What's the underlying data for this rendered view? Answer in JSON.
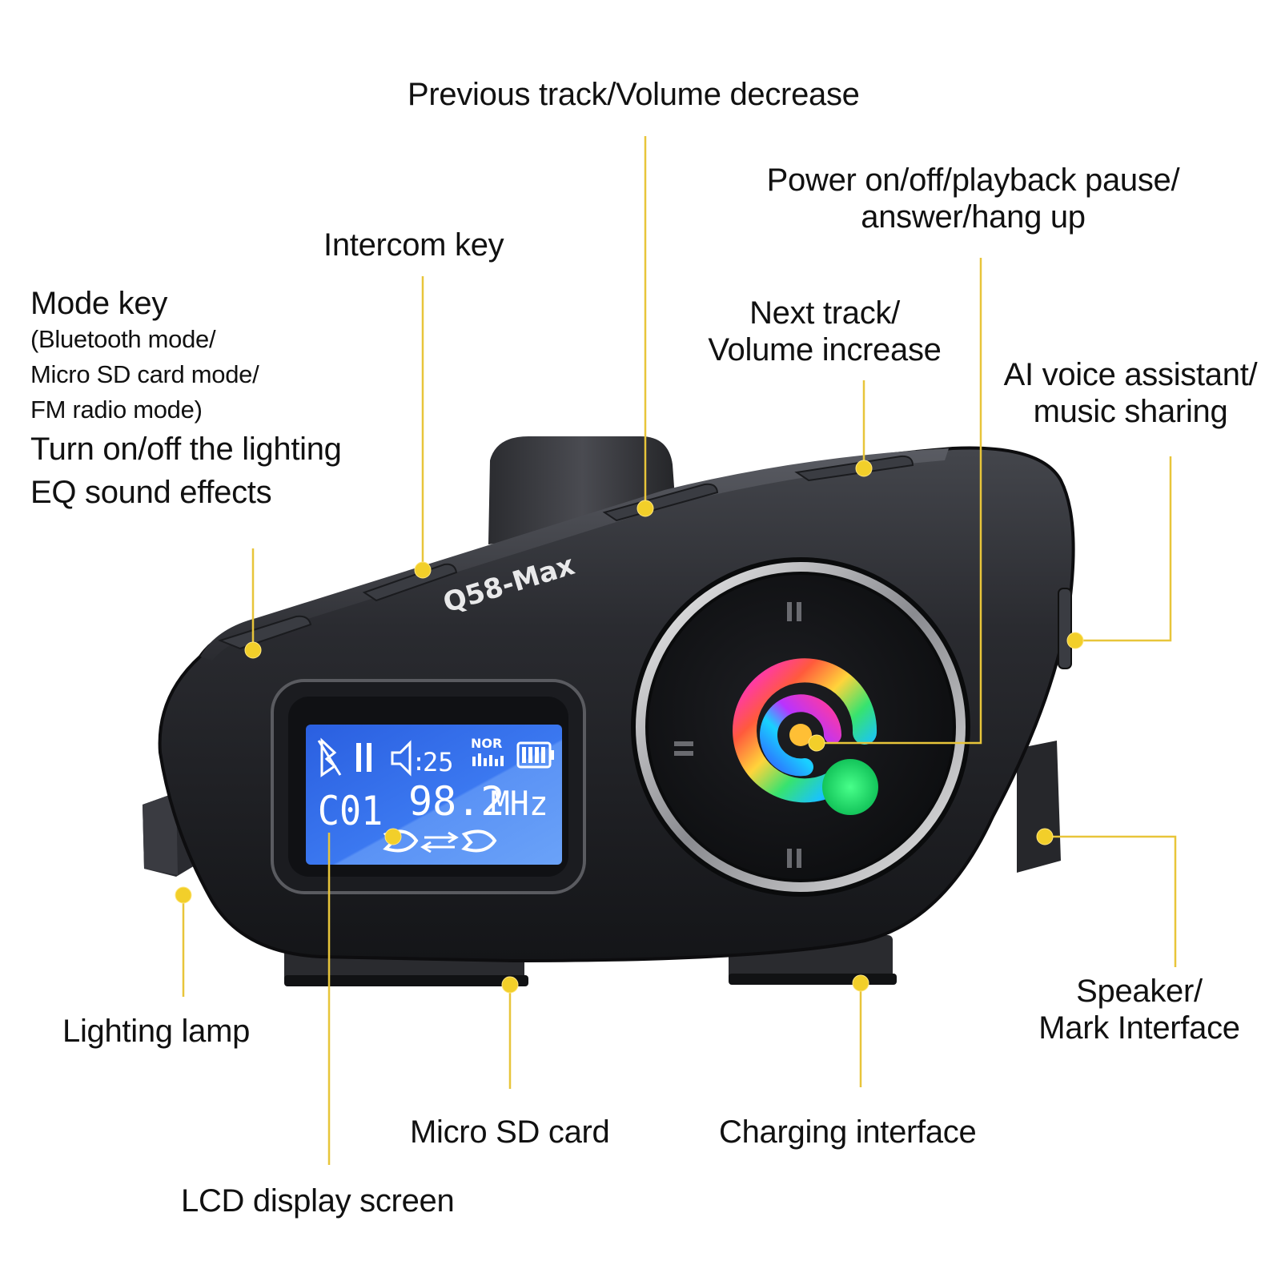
{
  "device": {
    "model_name": "Q58-Max",
    "lcd": {
      "volume": "25",
      "eq_badge": "NOR",
      "channel": "C01",
      "frequency": "98.2",
      "unit": "MHz"
    }
  },
  "labels": {
    "previous_track": "Previous track/Volume decrease",
    "power": [
      "Power on/off/playback pause/",
      "answer/hang up"
    ],
    "intercom": "Intercom key",
    "mode_title": "Mode key",
    "mode_details": [
      "(Bluetooth mode/",
      "Micro SD card mode/",
      "FM radio mode)"
    ],
    "lighting_toggle": "Turn on/off the lighting",
    "eq": "EQ sound effects",
    "next_track": [
      "Next track/",
      "Volume increase"
    ],
    "ai_voice": [
      "AI voice assistant/",
      "music sharing"
    ],
    "lighting_lamp": "Lighting lamp",
    "speaker": [
      "Speaker/",
      "Mark Interface"
    ],
    "micro_sd": "Micro SD card",
    "charging": "Charging interface",
    "lcd_screen": "LCD display screen"
  },
  "colors": {
    "leader": "#e8c53a",
    "dot": "#f2cf2a",
    "body": "#26272b",
    "lcd": "#2f68e8"
  }
}
